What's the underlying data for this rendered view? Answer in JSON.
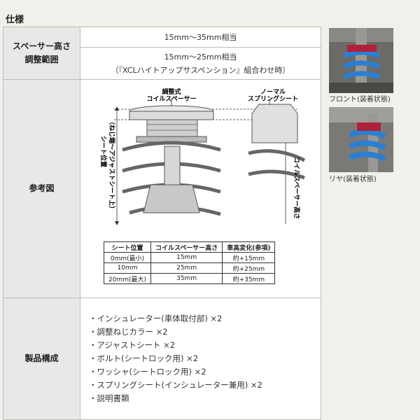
{
  "page": {
    "title": "仕様"
  },
  "rows": {
    "range": {
      "label": "スペーサー高さ\n調整範囲",
      "line1": "15mm〜35mm相当",
      "line2a": "15mm〜25mm相当",
      "line2b": "（『XCLハイトアップサスペンション』組合わせ時）"
    },
    "diagram": {
      "label": "参考図",
      "label_adjust": "調整式\nコイルスペーサー",
      "label_normal": "ノーマル\nスプリングシート",
      "label_seat_pos": "シート位置\n（ねじ端〜アジャストシート上）",
      "label_height": "コイルスペーサー高さ",
      "table": {
        "headers": [
          "シート位置",
          "コイルスペーサー高さ",
          "車高変化(参項)"
        ],
        "rows": [
          [
            "0mm(最小)",
            "15mm",
            "約+15mm"
          ],
          [
            "10mm",
            "25mm",
            "約+25mm"
          ],
          [
            "20mm(最大)",
            "35mm",
            "約+35mm"
          ]
        ]
      }
    },
    "contents": {
      "label": "製品構成",
      "items": [
        "・インシュレーター(車体取付部) ×2",
        "・調整ねじカラー ×2",
        "・アジャストシート ×2",
        "・ボルト(シートロック用) ×2",
        "・ワッシャ(シートロック用) ×2",
        "・スプリングシート(インシュレーター兼用) ×2",
        "・説明書類"
      ]
    }
  },
  "photos": {
    "front_caption": "フロント(装着状態)",
    "rear_caption": "リヤ(装着状態)"
  },
  "colors": {
    "spring_blue": "#2a7fd4",
    "seat_red": "#b0203a"
  }
}
